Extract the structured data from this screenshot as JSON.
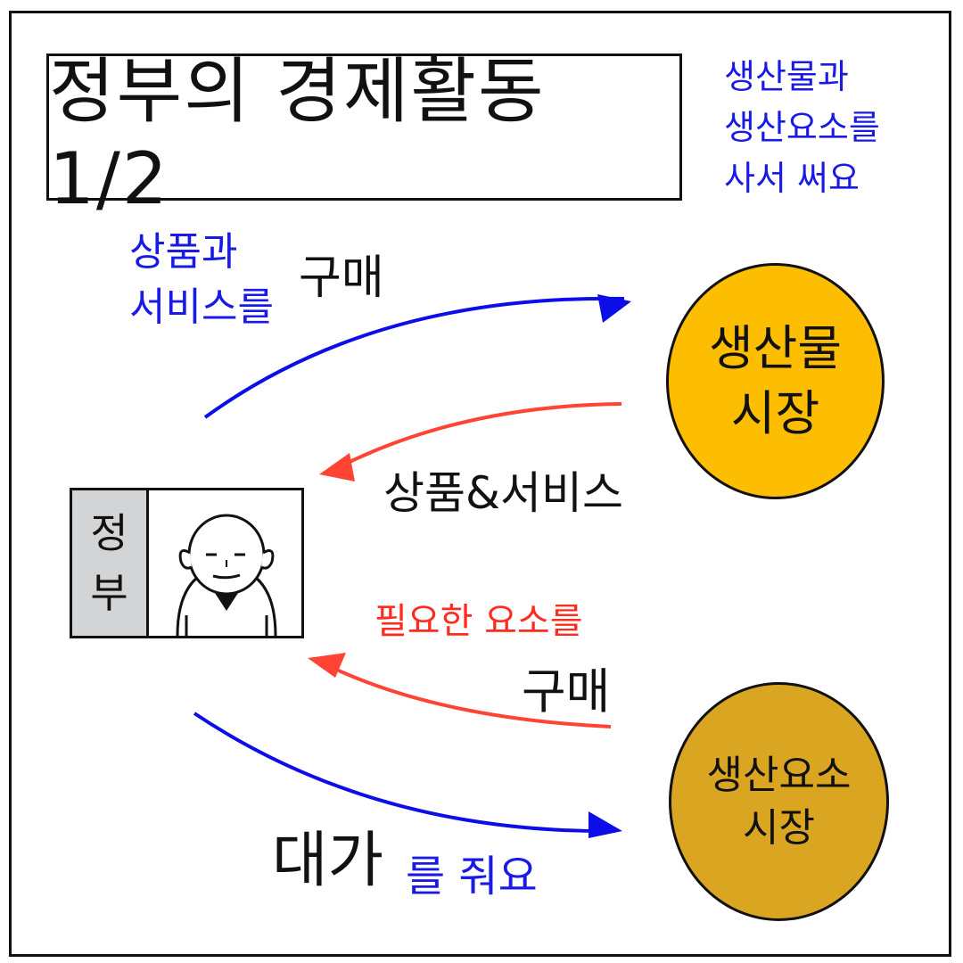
{
  "title": "정부의 경제활동 1/2",
  "note_top": [
    "생산물과",
    "생산요소를",
    "사서 써요"
  ],
  "government": {
    "label": "정부"
  },
  "markets": {
    "goods_market": {
      "lines": [
        "생산물",
        "시장"
      ]
    },
    "factor_market": {
      "lines": [
        "생산요소",
        "시장"
      ]
    }
  },
  "flows": {
    "buy_goods_blue": [
      "상품과",
      "서비스를"
    ],
    "buy_goods_black": "구매",
    "goods_services": "상품&서비스",
    "needed_factors_red": "필요한 요소를",
    "buy_factors_black": "구매",
    "payment_black": "대가",
    "payment_blue": "를 줘요"
  },
  "colors": {
    "blue_arrow": "#0d0de8",
    "red_arrow": "#ff4433",
    "goods_market_fill": "#fdbd00",
    "factor_market_fill": "#daa520",
    "gov_panel_fill": "#d3d4d6"
  }
}
